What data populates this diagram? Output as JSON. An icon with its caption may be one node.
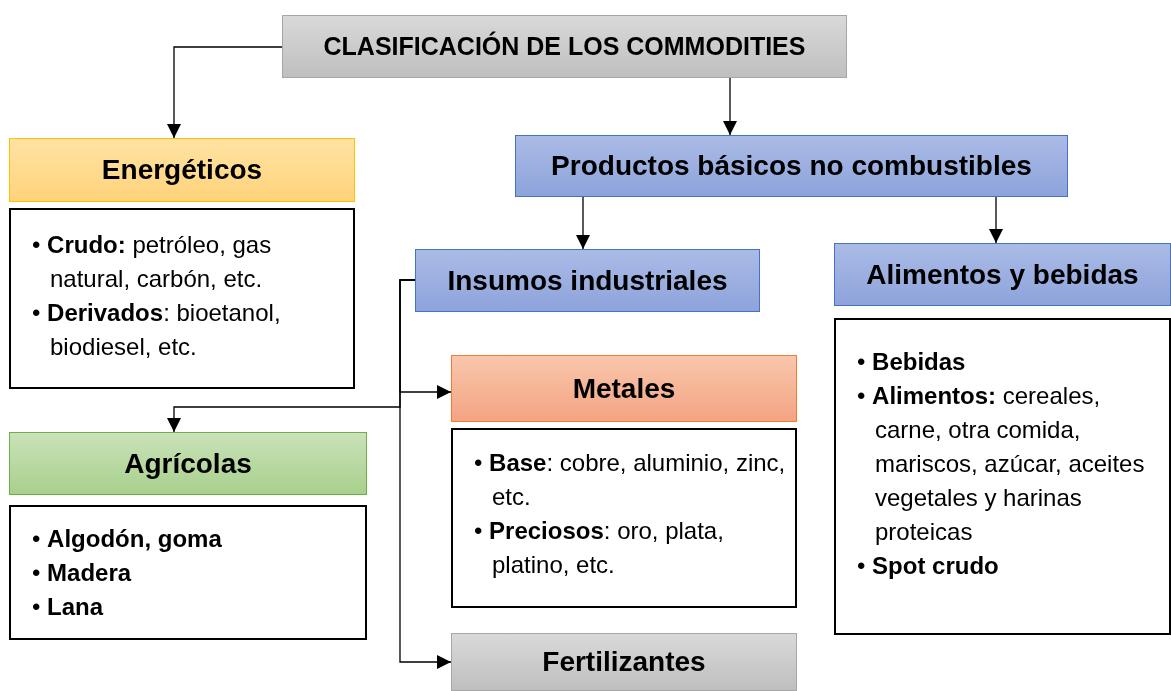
{
  "diagram": {
    "nodes": [
      {
        "text": [
          "CLASIFICACIÓN DE LOS COMMODITIES"
        ]
      },
      {
        "text": [
          "Energéticos"
        ]
      },
      {
        "text": [
          "• **Crudo:** petróleo, gas natural, carbón, etc.",
          "• **Derivados**: bioetanol, biodiesel, etc."
        ]
      },
      {
        "text": [
          "Productos básicos no combustibles"
        ]
      },
      {
        "text": [
          "Insumos industriales"
        ]
      },
      {
        "text": [
          "Alimentos y bebidas"
        ]
      },
      {
        "text": [
          "• **Bebidas**",
          "• **Alimentos:** cereales, carne, otra comida, mariscos, azúcar, aceites vegetales y harinas proteicas",
          "• **Spot crudo**"
        ]
      },
      {
        "text": [
          "Metales"
        ]
      },
      {
        "text": [
          "• **Base**: cobre, aluminio, zinc, etc.",
          "• **Preciosos**: oro, plata, platino, etc."
        ]
      },
      {
        "text": [
          "Agrícolas"
        ]
      },
      {
        "text": [
          "• **Algodón, goma**",
          "• **Madera**",
          "• **Lana**"
        ]
      },
      {
        "text": [
          "Fertilizantes"
        ]
      }
    ],
    "edges": [
      {
        "from": 0,
        "to": 1,
        "arrow": "to"
      },
      {
        "from": 0,
        "to": 3,
        "arrow": "to"
      },
      {
        "from": 3,
        "to": 4,
        "arrow": "to"
      },
      {
        "from": 3,
        "to": 5,
        "arrow": "to"
      },
      {
        "from": 4,
        "to": 7,
        "arrow": "to"
      },
      {
        "from": 4,
        "to": 9,
        "arrow": "to"
      },
      {
        "from": 4,
        "to": 11,
        "arrow": "to"
      }
    ]
  }
}
